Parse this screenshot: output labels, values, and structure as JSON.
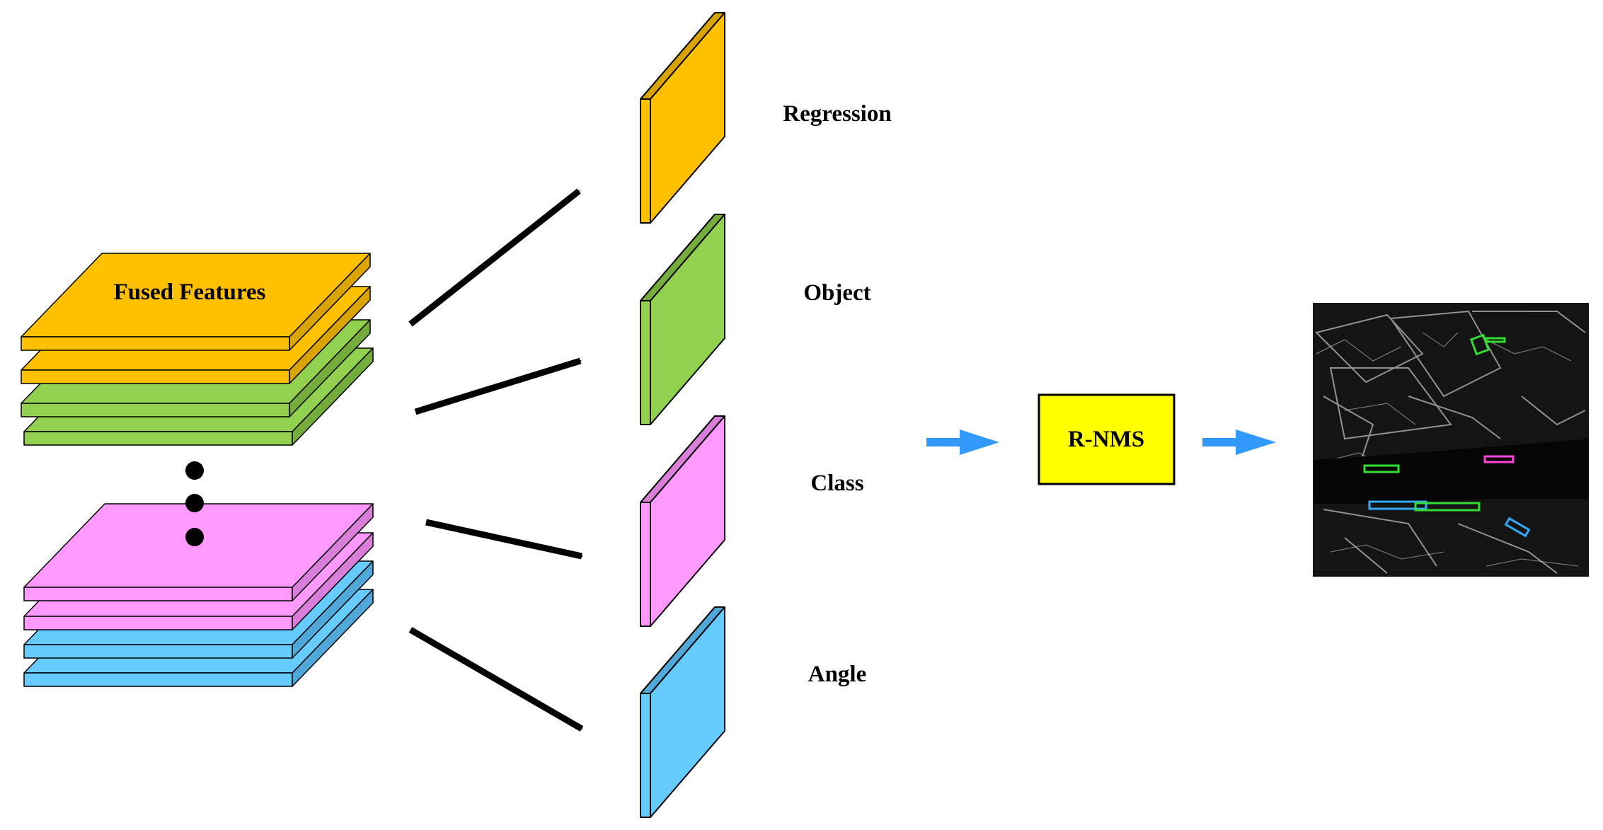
{
  "labels": {
    "fused_features": "Fused Features",
    "regression": "Regression",
    "object": "Object",
    "class": "Class",
    "angle": "Angle",
    "rnms": "R-NMS"
  },
  "colors": {
    "orange": "#ffc000",
    "green": "#92d050",
    "pink": "#ff99ff",
    "blue": "#66ccff",
    "yellow_box": "#ffff00",
    "arrow_black": "#000000",
    "arrow_blue": "#3399ff",
    "image_bg": "#141414"
  },
  "icons": {
    "ellipsis": "vertical-dots-icon",
    "flow_arrow": "right-arrow-icon"
  }
}
